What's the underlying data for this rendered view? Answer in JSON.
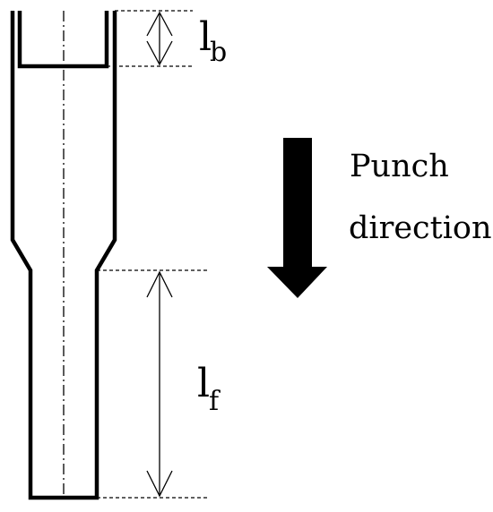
{
  "labels": {
    "lb_main": "l",
    "lb_sub": "b",
    "lf_main": "l",
    "lf_sub": "f",
    "punch_line1": "Punch",
    "punch_line2": "direction"
  },
  "colors": {
    "stroke": "#000000",
    "background": "#ffffff"
  }
}
